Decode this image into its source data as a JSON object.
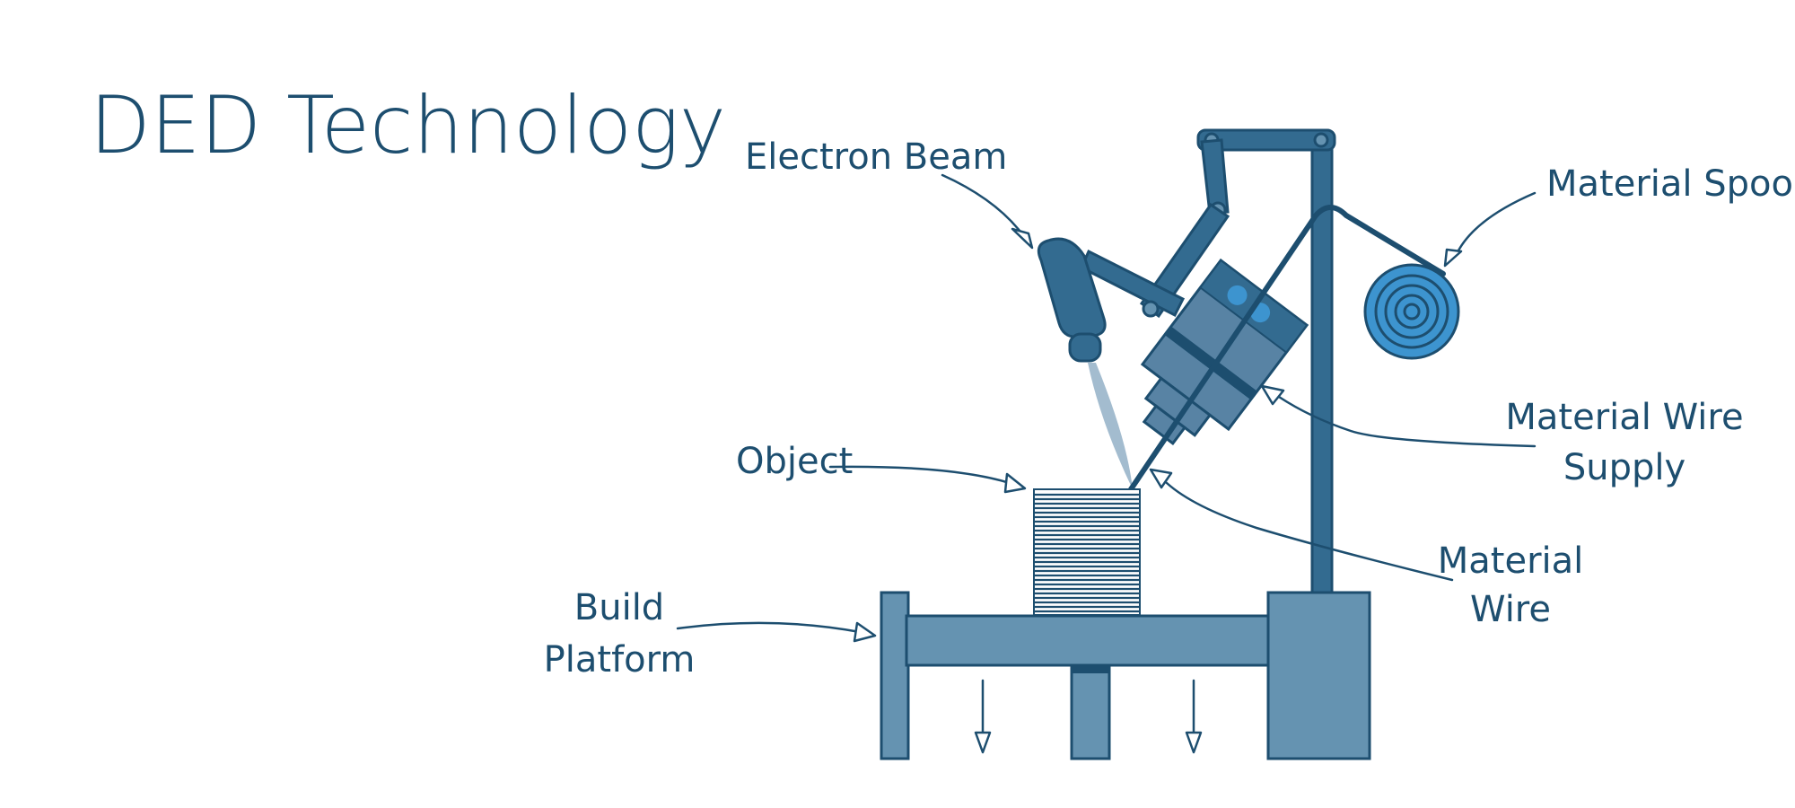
{
  "title": "DED Technology",
  "labels": {
    "electron_beam": "Electron Beam",
    "material_spool": "Material Spool",
    "object": "Object",
    "material_wire_supply": [
      "Material Wire",
      "Supply"
    ],
    "material_wire": [
      "Material",
      "Wire"
    ],
    "build_platform": [
      "Build",
      "Platform"
    ]
  },
  "colors": {
    "text": "#1d4e6f",
    "dark": "#1d4e6f",
    "mid": "#336b90",
    "light": "#6593b1",
    "lighter": "#5883a4",
    "beam": "#a3bccf",
    "accent": "#3d94cf"
  }
}
